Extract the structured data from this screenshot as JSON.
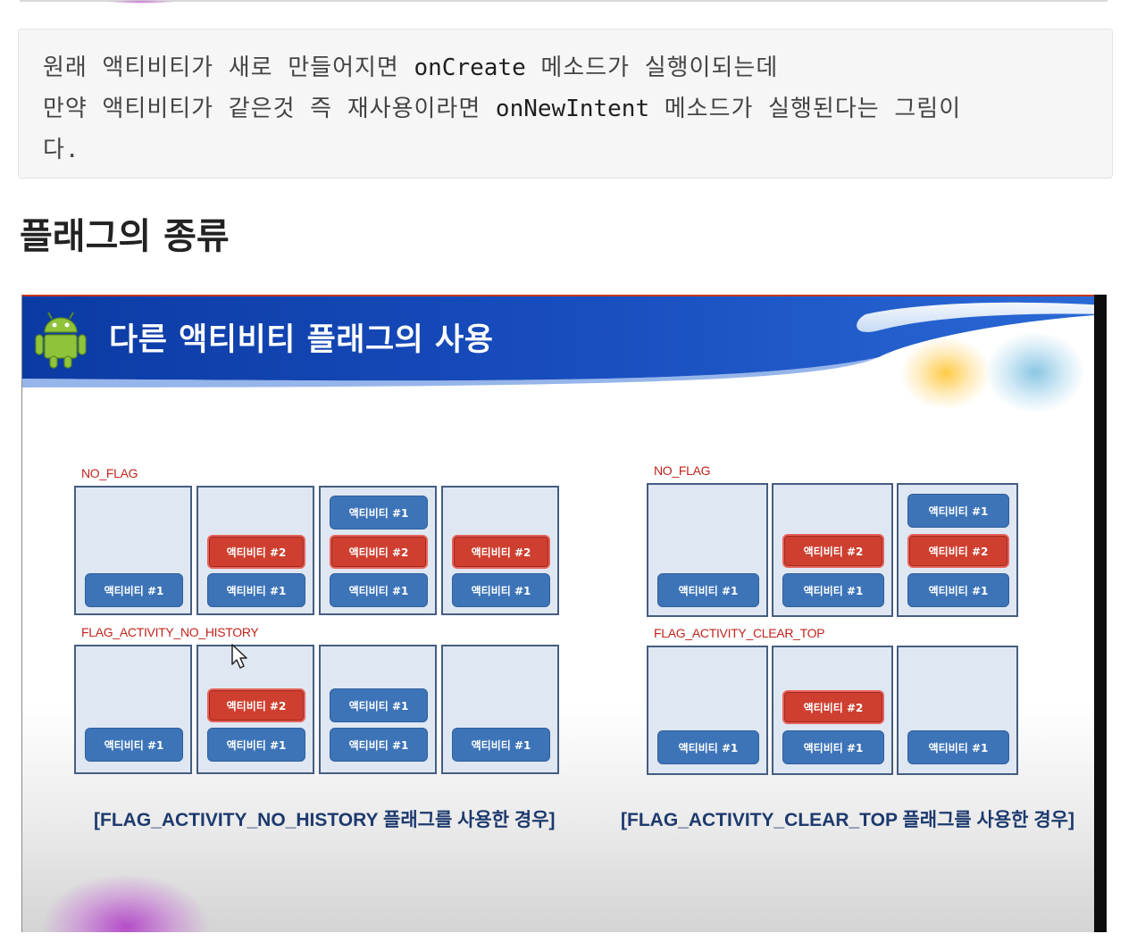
{
  "code_block": {
    "line1": [
      {
        "t": "원래 액티비티가 새로 만들어지면 ",
        "c": "ko"
      },
      {
        "t": "onCreate",
        "c": "kw"
      },
      {
        "t": " 메소드가 실행이되는데",
        "c": "ko"
      }
    ],
    "line2": [
      {
        "t": "만약 액티비티가 같은것 즉 재사용이라면 ",
        "c": "ko"
      },
      {
        "t": "onNewIntent",
        "c": "kw"
      },
      {
        "t": " 메소드가 실행된다는 그림이",
        "c": "ko"
      }
    ],
    "line3": [
      {
        "t": "다.",
        "c": "ko"
      }
    ]
  },
  "heading": "플래그의 종류",
  "slide": {
    "title": "다른 액티비티 플래그의 사용",
    "label_no_flag": "NO_FLAG",
    "label_no_history": "FLAG_ACTIVITY_NO_HISTORY",
    "label_clear_top": "FLAG_ACTIVITY_CLEAR_TOP",
    "caption_left": "[FLAG_ACTIVITY_NO_HISTORY 플래그를 사용한 경우]",
    "caption_right": "[FLAG_ACTIVITY_CLEAR_TOP 플래그를 사용한 경우]",
    "activity1": "액티비티 #1",
    "activity2": "액티비티 #2"
  },
  "colors": {
    "activity_blue": "#3d74b8",
    "activity_red": "#cf3f30",
    "section_label_red": "#c0241b",
    "caption_navy": "#1d3a6e",
    "header_blue": "#1544a6"
  },
  "icons": [
    "android-robot-icon",
    "mouse-pointer-icon"
  ]
}
